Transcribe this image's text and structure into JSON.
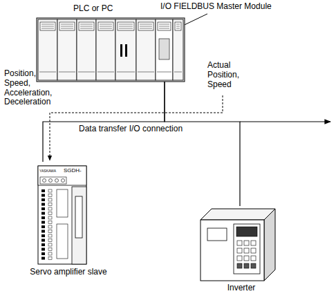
{
  "diagram": {
    "nodes": [
      {
        "text": [
          "PLC or PC"
        ]
      },
      {
        "text": [
          "Servo amplifier slave"
        ]
      },
      {
        "text": [
          "Inverter"
        ]
      }
    ],
    "edges": [
      {
        "from": 0,
        "to": 1,
        "arrow": "none"
      },
      {
        "from": 0,
        "to": 2,
        "arrow": "none"
      }
    ],
    "labels": [
      "I/O FIELDBUS Master Module",
      "Actual Position, Speed",
      "Data transfer I/O connection",
      "Position, Speed, Acceleration, Deceleration",
      "SGDH-",
      "YASKAWA"
    ]
  }
}
